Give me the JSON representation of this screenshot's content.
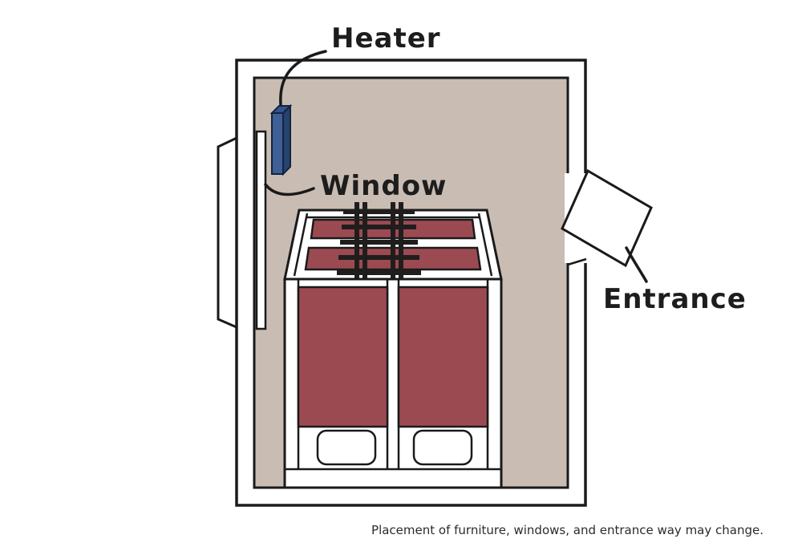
{
  "diagram": {
    "labels": {
      "heater": "Heater",
      "window": "Window",
      "entrance": "Entrance"
    },
    "caption": "Placement of furniture, windows, and entrance way may change.",
    "colors": {
      "floor": "#c9bdb3",
      "wall": "#ffffff",
      "outline": "#1a1a1a",
      "heater_front": "#3e6096",
      "heater_side": "#27436f",
      "heater_top": "#32548c",
      "mattress": "#9c4a52",
      "ladder": "#201d1d"
    }
  }
}
